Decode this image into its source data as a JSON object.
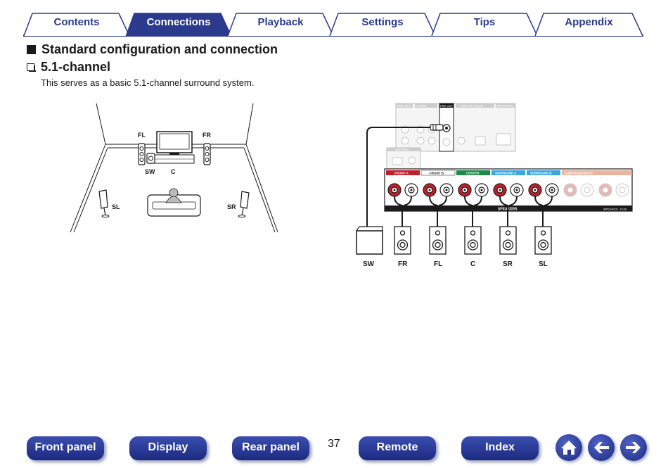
{
  "tabs": [
    {
      "label": "Contents",
      "active": false
    },
    {
      "label": "Connections",
      "active": true
    },
    {
      "label": "Playback",
      "active": false
    },
    {
      "label": "Settings",
      "active": false
    },
    {
      "label": "Tips",
      "active": false
    },
    {
      "label": "Appendix",
      "active": false
    }
  ],
  "section_title": "Standard configuration and connection",
  "subsection_title": "5.1-channel",
  "description": "This serves as a basic 5.1-channel surround system.",
  "room_diagram": {
    "labels": {
      "fl": "FL",
      "fr": "FR",
      "sw": "SW",
      "c": "C",
      "sl": "SL",
      "sr": "SR"
    }
  },
  "wiring_diagram": {
    "panel_labels": {
      "pre_out": "PRE OUT",
      "audio": "AUDIO",
      "digital_audio": "DIGITAL AUDIO",
      "network": "NETWORK",
      "antenna": "ANTENNA",
      "speakers": "SPEAKERS",
      "front_a": "FRONT A",
      "front_b": "FRONT B",
      "center": "CENTER",
      "surround_a": "SURROUND A",
      "surround_b": "SURROUND B",
      "surround_back": "SURROUND BACK",
      "impedance": "IMPEDANCE : 6-16Ω"
    },
    "speaker_labels": [
      "SW",
      "FR",
      "FL",
      "C",
      "SR",
      "SL"
    ]
  },
  "footer": {
    "buttons": [
      "Front panel",
      "Display",
      "Rear panel",
      "Remote",
      "Index"
    ],
    "page_number": "37"
  },
  "icons": [
    "home-icon",
    "arrow-left-icon",
    "arrow-right-icon"
  ],
  "colors": {
    "brand": "#2b3a8c",
    "front": "#c0202a",
    "center": "#1e8a4a",
    "surround": "#39a6dc"
  }
}
